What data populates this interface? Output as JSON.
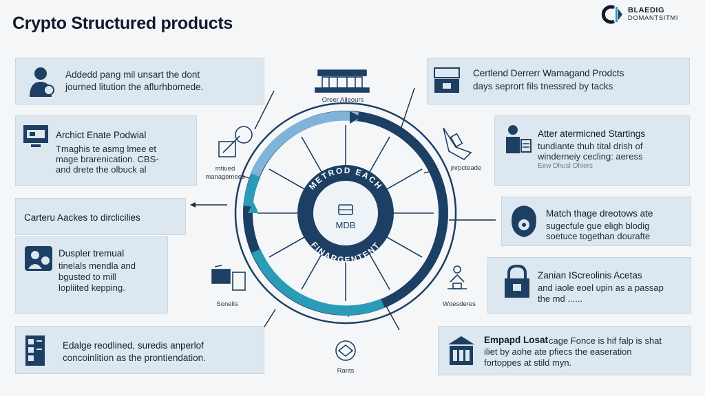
{
  "title": "Crypto Structured products",
  "logo": {
    "line1": "BLAEDIG",
    "line2": "DOMANTSITMI"
  },
  "colors": {
    "navy": "#1c3f63",
    "teal": "#2b9bb8",
    "light_blue": "#7fb3d8",
    "card": "#dde7ef",
    "background": "#f4f6f8"
  },
  "hub": {
    "center_label": "MDB",
    "center_icon": "database-icon",
    "ring_text_top": "METROD EACH",
    "ring_text_bottom": "FINARGENTENT"
  },
  "icon_labels": {
    "top": "Oreer Aileours",
    "upper_left": "mtiued managemees",
    "upper_right": "jnrpcteade",
    "lower_left": "Sonelis",
    "lower_right": "Woesderes",
    "bottom": "Rants"
  },
  "cards": {
    "c1": {
      "icon": "person-icon",
      "lines": [
        "Addedd pang mil unsart the dont",
        "journed litution the aflurhbomede."
      ]
    },
    "c2": {
      "icon": "monitor-icon",
      "title": "Archict Enate Podwial",
      "lines": [
        "Tmaghis te asmg lmee et",
        "mage brarenication. CBS-",
        "and drete the olbuck al"
      ]
    },
    "c3": {
      "title": "Carteru Aackes to dirclicilies"
    },
    "c4": {
      "icon": "user-chat-icon",
      "title": "Duspler tremual",
      "lines": [
        "tinelals mendla and",
        "bgusted to mill",
        "lopliited kepping."
      ]
    },
    "c5": {
      "icon": "server-icon",
      "title": "Edalge reodlined, suredis anperlof",
      "lines": [
        "concoinlition as the prontiendation."
      ]
    },
    "c6": {
      "icon": "laptop-icon",
      "title": "Certlend Derrerr Wamagand Prodcts",
      "lines": [
        "days seprort fils tnessred by tacks"
      ]
    },
    "c7": {
      "icon": "person-document-icon",
      "title": "Atter atermicned Startings",
      "lines": [
        "tundiante thuh tital drish of",
        "winderneiy cecling: aeress"
      ],
      "sub": "Eew Dhusl Ohiers"
    },
    "c8": {
      "icon": "shield-icon",
      "title": "Match thage dreotows ate",
      "lines": [
        "sugecfule gue eligh blodig",
        "soetuce togethan dourafte"
      ]
    },
    "c9": {
      "icon": "lock-icon",
      "title": "Zanian IScreolinis Acetas",
      "lines": [
        "and iaole eoel upin as a passap",
        "the md ......"
      ]
    },
    "c10": {
      "icon": "bank-icon",
      "title": "Empapd Losat",
      "lines": [
        "cage Fonce is hif falp is shat",
        "iliet by aohe ate pfiecs the easeration",
        "fortoppes at stild myn."
      ]
    }
  }
}
